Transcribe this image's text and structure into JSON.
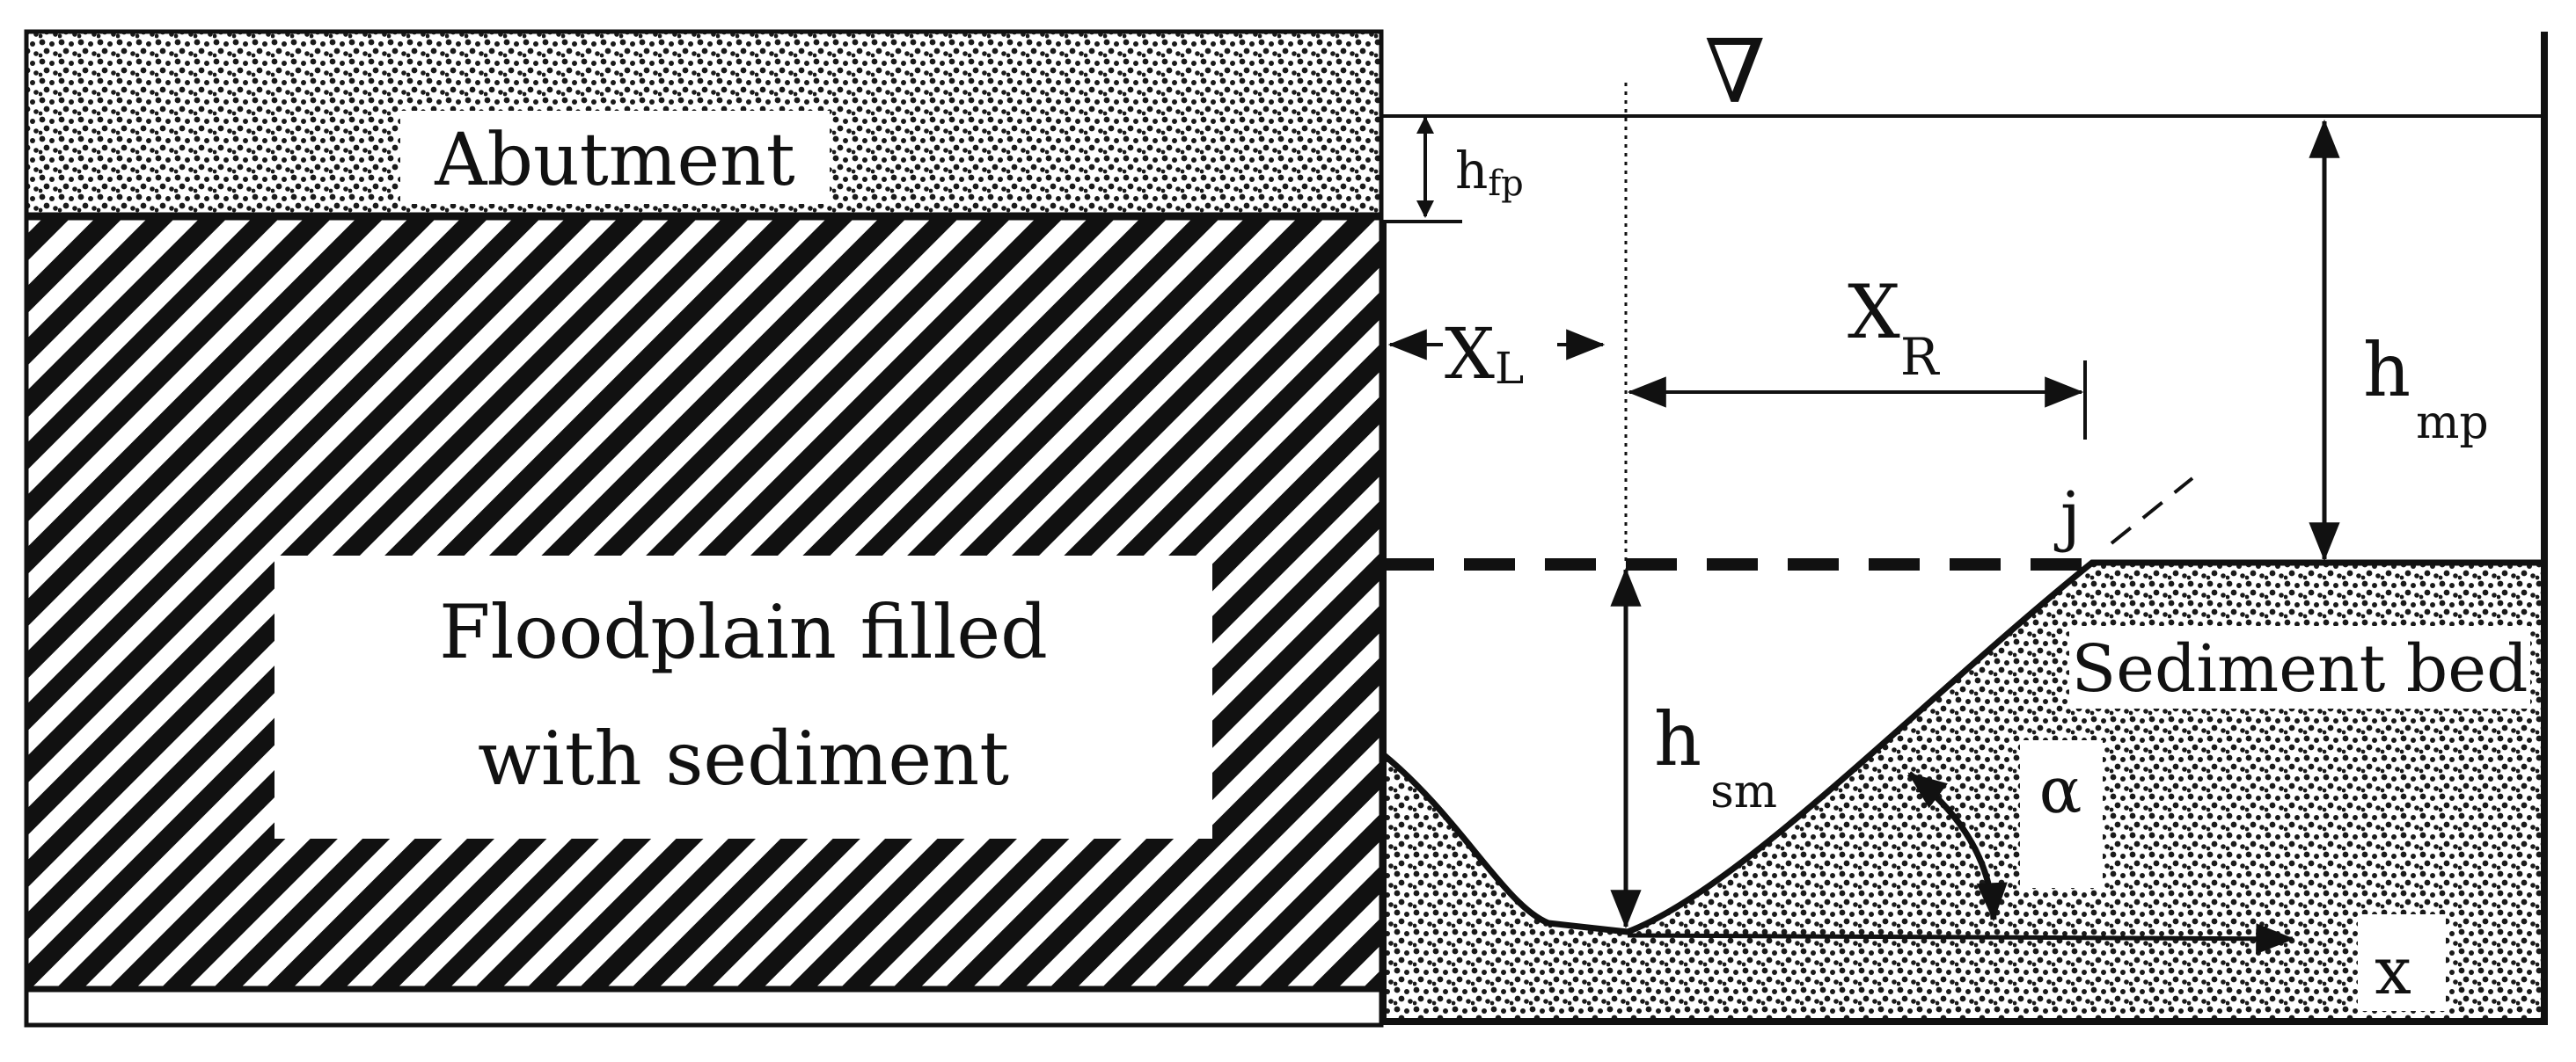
{
  "labels": {
    "abutment": "Abutment",
    "floodplain_line1": "Floodplain filled",
    "floodplain_line2": "with sediment",
    "sediment_bed": "Sediment bed",
    "water_surface_symbol": "∇"
  },
  "dimensions": {
    "h_fp": {
      "base": "h",
      "sub": "fp"
    },
    "x_l": {
      "base": "X",
      "sub": "L"
    },
    "x_r": {
      "base": "X",
      "sub": "R"
    },
    "h_mp": {
      "base": "h",
      "sub": "mp"
    },
    "h_sm": {
      "base": "h",
      "sub": "sm"
    },
    "point_j": "j",
    "alpha": "α",
    "x_axis": "x"
  },
  "colors": {
    "ink": "#111111",
    "background": "#ffffff",
    "sediment_dot": "#1a1a1a",
    "hatch": "#111111"
  }
}
